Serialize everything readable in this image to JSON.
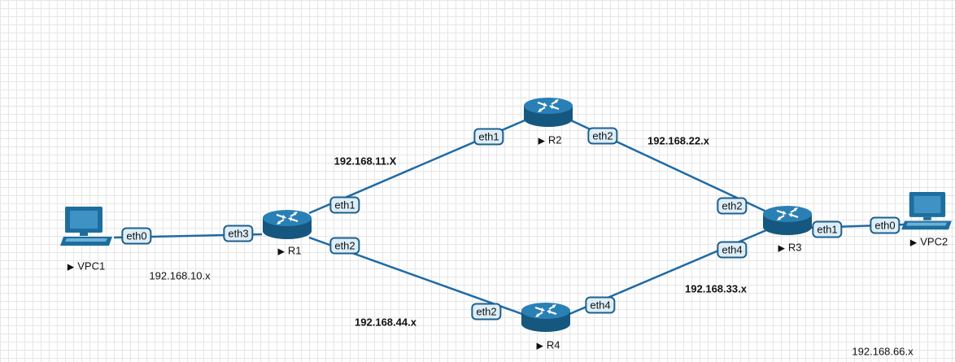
{
  "nodes": {
    "vpc1": "VPC1",
    "r1": "R1",
    "r2": "R2",
    "r3": "R3",
    "r4": "R4",
    "vpc2": "VPC2"
  },
  "interfaces": {
    "vpc1_eth0": "eth0",
    "r1_eth3": "eth3",
    "r1_eth1": "eth1",
    "r1_eth2": "eth2",
    "r2_eth1": "eth1",
    "r2_eth2": "eth2",
    "r3_eth2": "eth2",
    "r3_eth4": "eth4",
    "r3_eth1": "eth1",
    "vpc2_eth0": "eth0",
    "r4_eth2": "eth2",
    "r4_eth4": "eth4"
  },
  "networks": {
    "net_10": "192.168.10.x",
    "net_11": "192.168.11.X",
    "net_22": "192.168.22.x",
    "net_44": "192.168.44.x",
    "net_33": "192.168.33.x",
    "net_66": "192.168.66.x"
  },
  "colors": {
    "link": "#1f6aa5",
    "router_body": "#1d6e9e",
    "interface_fill": "#ddeef8",
    "interface_border": "#1f5f8c"
  },
  "icons": {
    "router": "router-icon",
    "pc": "pc-icon",
    "start": "play-icon"
  }
}
